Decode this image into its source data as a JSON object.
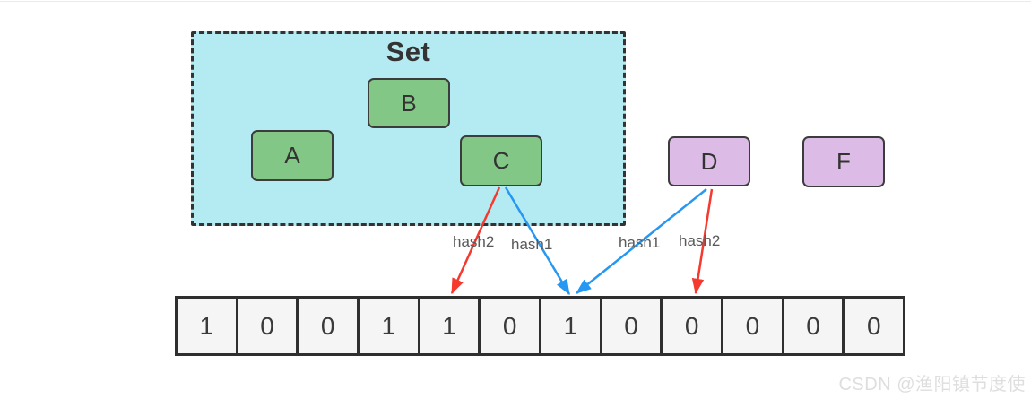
{
  "set": {
    "label": "Set",
    "items": [
      {
        "id": "A",
        "label": "A"
      },
      {
        "id": "B",
        "label": "B"
      },
      {
        "id": "C",
        "label": "C"
      }
    ]
  },
  "outside": {
    "items": [
      {
        "id": "D",
        "label": "D"
      },
      {
        "id": "F",
        "label": "F"
      }
    ]
  },
  "hash_arrows": [
    {
      "label": "hash2",
      "from": "C",
      "to_index": 4,
      "color": "#f5392f"
    },
    {
      "label": "hash1",
      "from": "C",
      "to_index": 6,
      "color": "#2697f2"
    },
    {
      "label": "hash1",
      "from": "D",
      "to_index": 6,
      "color": "#2697f2"
    },
    {
      "label": "hash2",
      "from": "D",
      "to_index": 8,
      "color": "#f5392f"
    }
  ],
  "bit_array": {
    "cells": [
      "1",
      "0",
      "0",
      "1",
      "1",
      "0",
      "1",
      "0",
      "0",
      "0",
      "0",
      "0"
    ]
  },
  "watermark": "CSDN @渔阳镇节度使",
  "colors": {
    "set_fill": "#b4eaf2",
    "dark_line": "#333333",
    "box_border": "#3c3c3c",
    "green_fill": "#82c785",
    "purple_fill": "#dcbce6",
    "cell_fill": "#f5f5f5",
    "cell_border": "#2f2f2f",
    "hash1_blue": "#2697f2",
    "hash2_red": "#f5392f",
    "label_gray": "#595959",
    "watermark_gray": "#dedede"
  }
}
